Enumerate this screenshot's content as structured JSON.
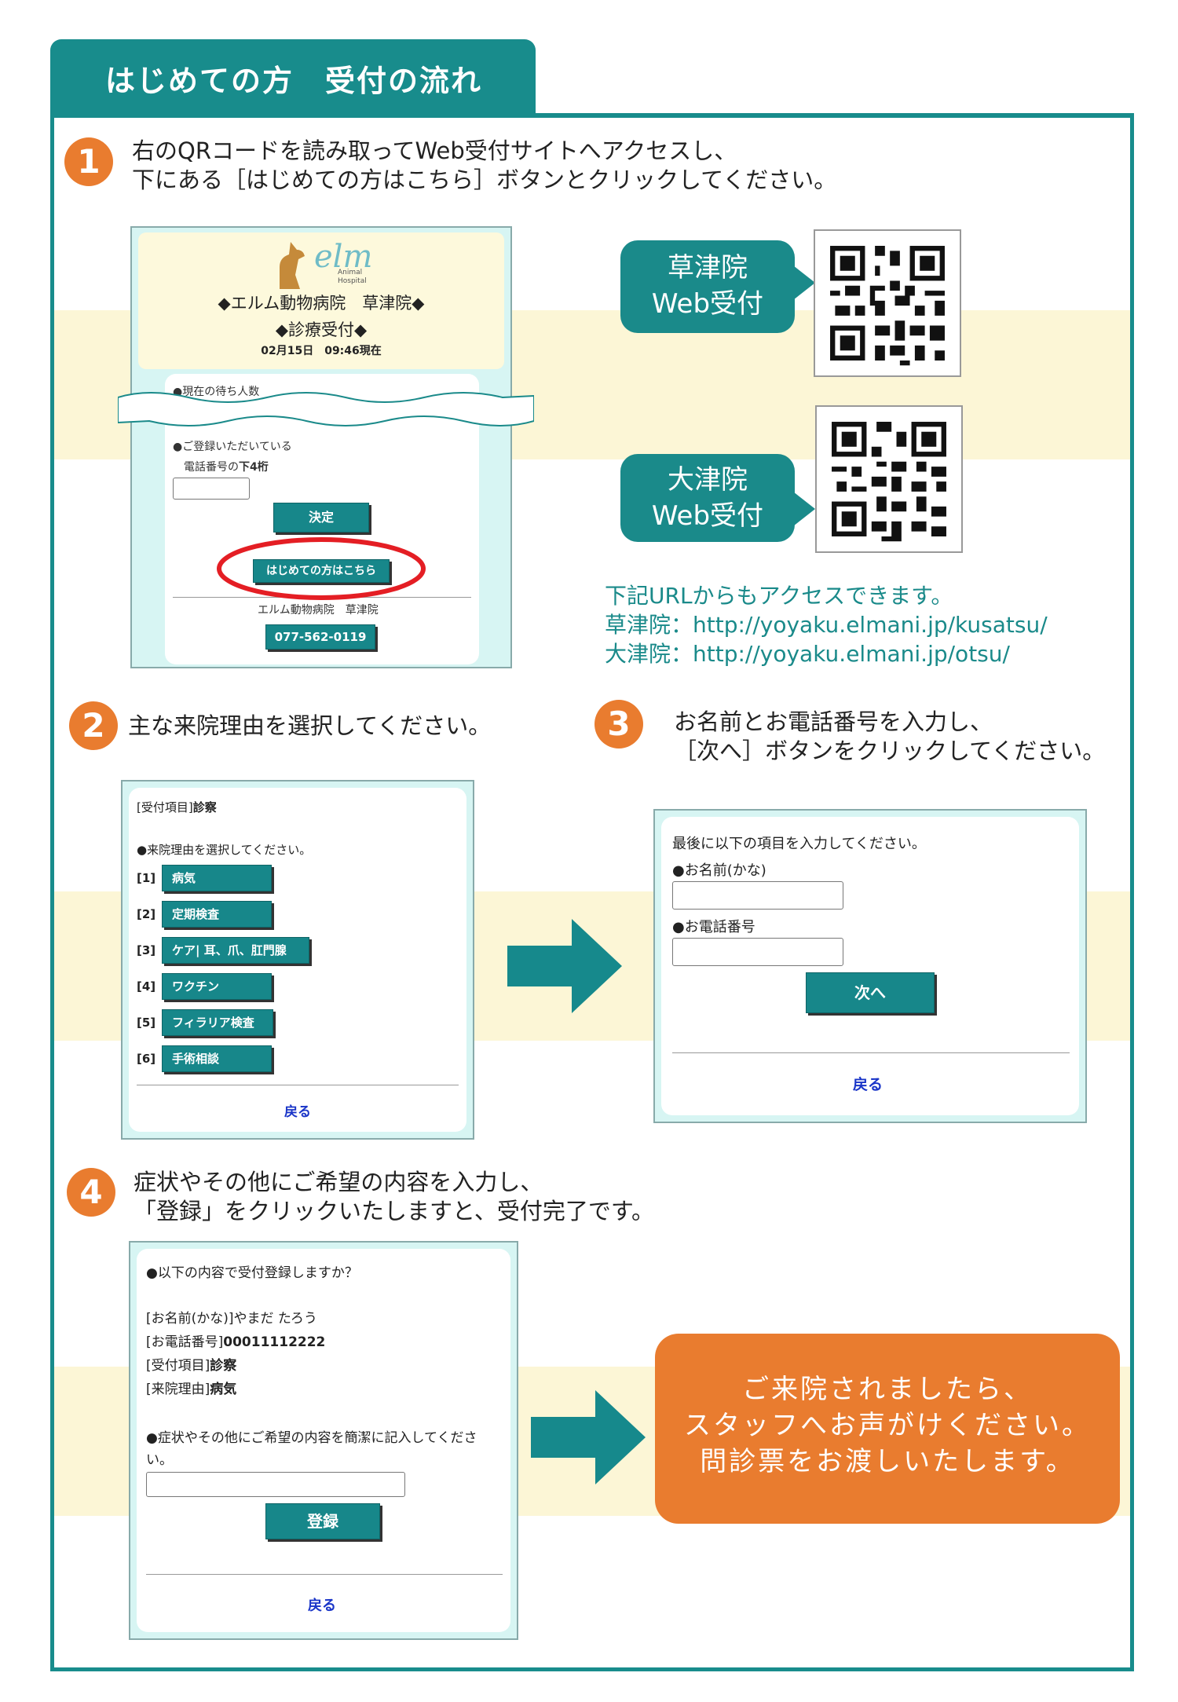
{
  "header": {
    "title": "はじめての方　受付の流れ"
  },
  "step1": {
    "num": "1",
    "line1": "右のQRコードを読み取ってWeb受付サイトへアクセスし、",
    "line2": "下にある［はじめての方はこちら］ボタンとクリックしてください。",
    "screen": {
      "logo_text": "elm",
      "logo_sub": "Animal Hospital",
      "clinic": "◆エルム動物病院　草津院◆",
      "service": "◆診療受付◆",
      "datetime": "02月15日　09:46現在",
      "waiting": "●現在の待ち人数",
      "registered1": "●ご登録いただいている",
      "registered2": "電話番号の",
      "registered2b": "下4桁",
      "decide_button": "決定",
      "first_button": "はじめての方はこちら",
      "footer_clinic": "エルム動物病院　草津院",
      "phone_button": "077-562-0119"
    },
    "qr_kusatsu": {
      "line1": "草津院",
      "line2": "Web受付"
    },
    "qr_otsu": {
      "line1": "大津院",
      "line2": "Web受付"
    },
    "url_intro": "下記URLからもアクセスできます。",
    "url_kusatsu": "草津院：http://yoyaku.elmani.jp/kusatsu/",
    "url_otsu": "大津院：http://yoyaku.elmani.jp/otsu/"
  },
  "step2": {
    "num": "2",
    "line1": "主な来院理由を選択してください。",
    "screen": {
      "item_label": "[受付項目]",
      "item_value": "診察",
      "prompt": "●来院理由を選択してください。",
      "reasons": [
        {
          "num": "[1]",
          "label": "病気"
        },
        {
          "num": "[2]",
          "label": "定期検査"
        },
        {
          "num": "[3]",
          "label": "ケア| 耳、爪、肛門腺"
        },
        {
          "num": "[4]",
          "label": "ワクチン"
        },
        {
          "num": "[5]",
          "label": "フィラリア検査"
        },
        {
          "num": "[6]",
          "label": "手術相談"
        }
      ],
      "back": "戻る"
    }
  },
  "step3": {
    "num": "3",
    "line1": "お名前とお電話番号を入力し、",
    "line2": "［次へ］ボタンをクリックしてください。",
    "screen": {
      "intro": "最後に以下の項目を入力してください。",
      "name_label": "●お名前(かな)",
      "phone_label": "●お電話番号",
      "next_button": "次へ",
      "back": "戻る"
    }
  },
  "step4": {
    "num": "4",
    "line1": "症状やその他にご希望の内容を入力し、",
    "line2": "「登録」をクリックいたしますと、受付完了です。",
    "screen": {
      "confirm": "●以下の内容で受付登録しますか？",
      "name_label": "[お名前(かな)]",
      "name_value": "やまだ たろう",
      "phone_label": "[お電話番号]",
      "phone_value": "00011112222",
      "item_label": "[受付項目]",
      "item_value": "診察",
      "reason_label": "[来院理由]",
      "reason_value": "病気",
      "symptom1": "●症状やその他にご希望の内容を簡潔に記入してくださ",
      "symptom2": "い。",
      "register_button": "登録",
      "back": "戻る"
    }
  },
  "notice": {
    "line1": "ご来院されましたら、",
    "line2": "スタッフへお声がけください。",
    "line3": "問診票をお渡しいたします。"
  },
  "colors": {
    "teal": "#188c8c",
    "orange": "#e97c2f",
    "band": "#fcf6d6",
    "link": "#1a35c8"
  }
}
